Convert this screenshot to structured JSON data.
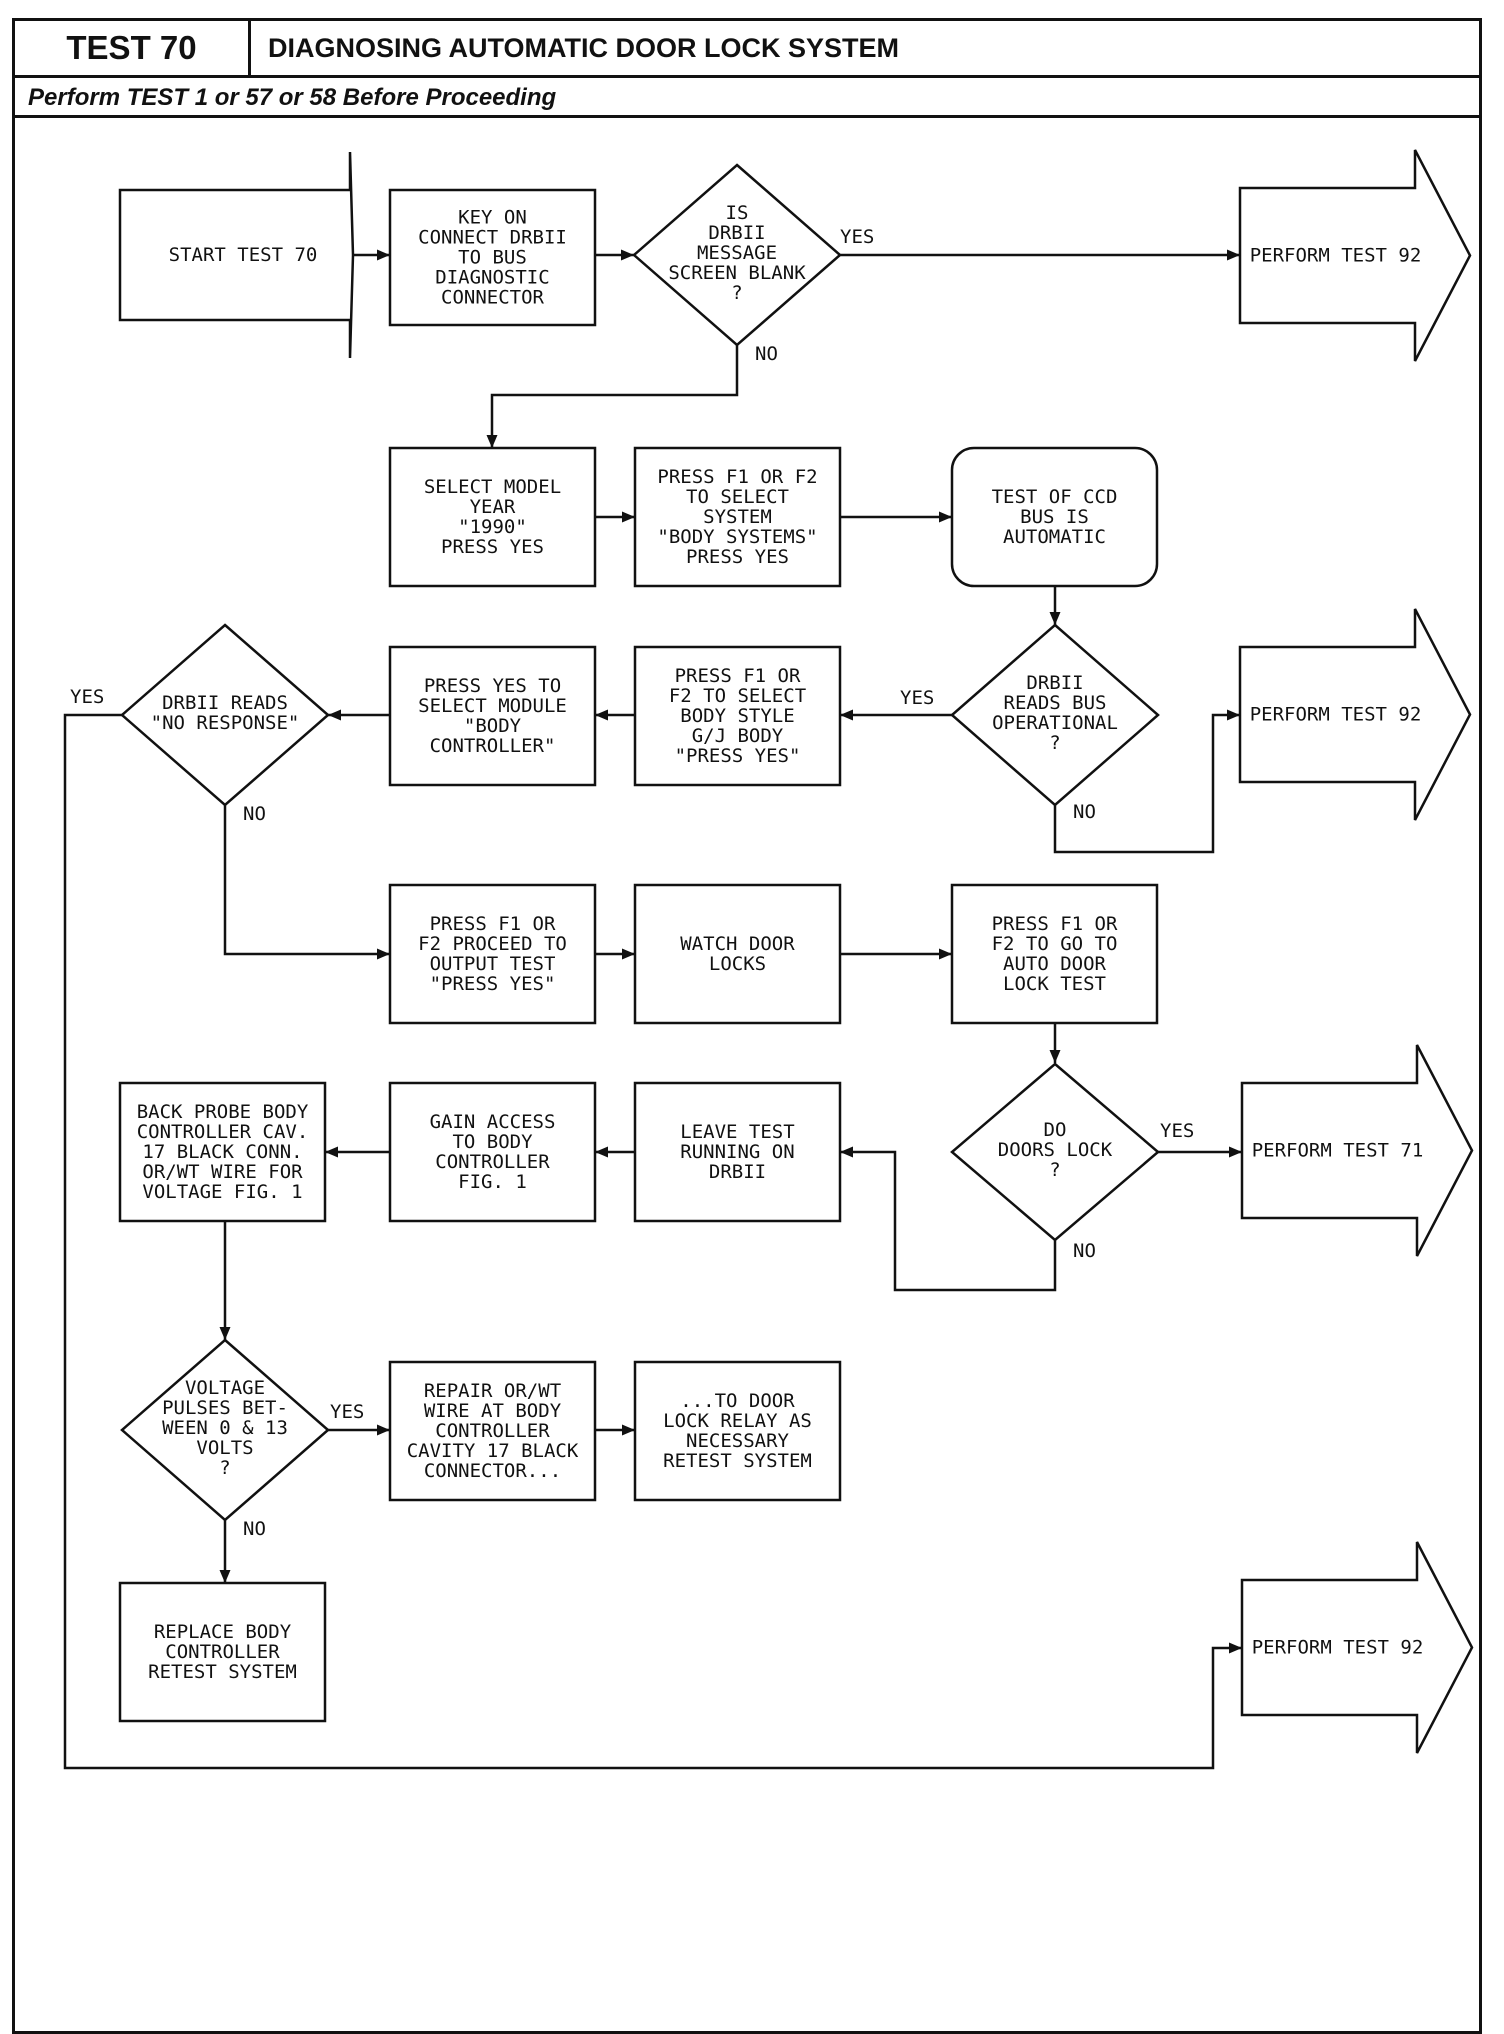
{
  "header": {
    "test_number": "TEST 70",
    "title": "DIAGNOSING AUTOMATIC DOOR LOCK SYSTEM",
    "prerequisite": "Perform TEST 1 or 57 or 58 Before Proceeding"
  },
  "nodes": {
    "start": [
      "START TEST 70"
    ],
    "key_on": [
      "KEY ON",
      "CONNECT DRBII",
      "TO BUS",
      "DIAGNOSTIC",
      "CONNECTOR"
    ],
    "is_blank": [
      "IS",
      "DRBII",
      "MESSAGE",
      "SCREEN BLANK",
      "?"
    ],
    "perform92_a": [
      "PERFORM TEST 92"
    ],
    "select_model": [
      "SELECT MODEL",
      "YEAR",
      "\"1990\"",
      "PRESS YES"
    ],
    "press_f1_system": [
      "PRESS F1 OR F2",
      "TO SELECT",
      "SYSTEM",
      "\"BODY SYSTEMS\"",
      "PRESS YES"
    ],
    "ccd_test": [
      "TEST OF CCD",
      "BUS IS",
      "AUTOMATIC"
    ],
    "bus_operational": [
      "DRBII",
      "READS BUS",
      "OPERATIONAL",
      "?"
    ],
    "perform92_b": [
      "PERFORM TEST 92"
    ],
    "press_f1_body": [
      "PRESS F1 OR",
      "F2 TO SELECT",
      "BODY STYLE",
      "G/J BODY",
      "\"PRESS YES\""
    ],
    "press_yes_module": [
      "PRESS YES TO",
      "SELECT MODULE",
      "\"BODY",
      "CONTROLLER\""
    ],
    "no_response": [
      "DRBII READS",
      "\"NO RESPONSE\""
    ],
    "proceed_output": [
      "PRESS F1 OR",
      "F2 PROCEED TO",
      "OUTPUT TEST",
      "\"PRESS YES\""
    ],
    "watch_locks": [
      "WATCH DOOR",
      "LOCKS"
    ],
    "auto_lock_test": [
      "PRESS F1 OR",
      "F2 TO GO TO",
      "AUTO DOOR",
      "LOCK TEST"
    ],
    "doors_lock": [
      "DO",
      "DOORS LOCK",
      "?"
    ],
    "perform71": [
      "PERFORM TEST 71"
    ],
    "leave_running": [
      "LEAVE TEST",
      "RUNNING ON",
      "DRBII"
    ],
    "gain_access": [
      "GAIN ACCESS",
      "TO BODY",
      "CONTROLLER",
      "FIG. 1"
    ],
    "back_probe": [
      "BACK PROBE BODY",
      "CONTROLLER CAV.",
      "17 BLACK CONN.",
      "OR/WT WIRE FOR",
      "VOLTAGE FIG. 1"
    ],
    "voltage_pulses": [
      "VOLTAGE",
      "PULSES BET-",
      "WEEN 0 & 13",
      "VOLTS",
      "?"
    ],
    "repair": [
      "REPAIR OR/WT",
      "WIRE AT BODY",
      "CONTROLLER",
      "CAVITY 17 BLACK",
      "CONNECTOR..."
    ],
    "to_relay": [
      "...TO DOOR",
      "LOCK RELAY AS",
      "NECESSARY",
      "RETEST SYSTEM"
    ],
    "replace": [
      "REPLACE BODY",
      "CONTROLLER",
      "RETEST SYSTEM"
    ],
    "perform92_c": [
      "PERFORM TEST 92"
    ]
  },
  "edge_labels": {
    "yes": "YES",
    "no": "NO"
  }
}
